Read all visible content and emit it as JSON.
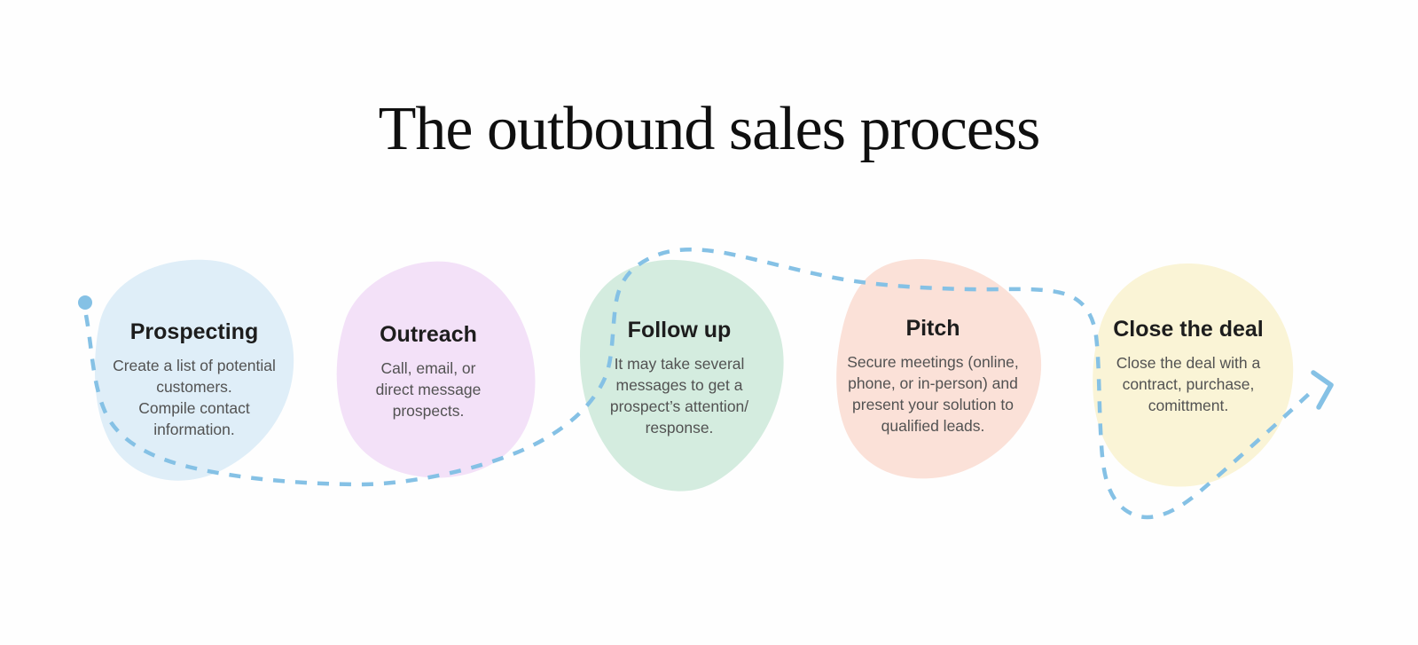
{
  "title": "The outbound sales process",
  "colors": {
    "background": "#fefefe",
    "flow_line": "#85C1E5",
    "title_text": "#0f0f0f",
    "step_title_text": "#1d1d1d",
    "step_body_text": "#525252"
  },
  "flow": {
    "start_marker": "dot",
    "end_marker": "arrow-right-up"
  },
  "steps": [
    {
      "label": "Prospecting",
      "description": "Create a list of potential\ncustomers.\nCompile contact\ninformation.",
      "blob_color": "#DFEEF8"
    },
    {
      "label": "Outreach",
      "description": "Call, email, or\ndirect message\nprospects.",
      "blob_color": "#F3E1F8"
    },
    {
      "label": "Follow up",
      "description": "It may take several\nmessages to get a\nprospect’s attention/\nresponse.",
      "blob_color": "#D4ECDF"
    },
    {
      "label": "Pitch",
      "description": "Secure meetings (online,\nphone, or in-person) and\npresent your solution to\nqualified leads.",
      "blob_color": "#FBE1D8"
    },
    {
      "label": "Close the deal",
      "description": "Close the deal with a\ncontract, purchase,\ncomittment.",
      "blob_color": "#FAF4D6"
    }
  ]
}
